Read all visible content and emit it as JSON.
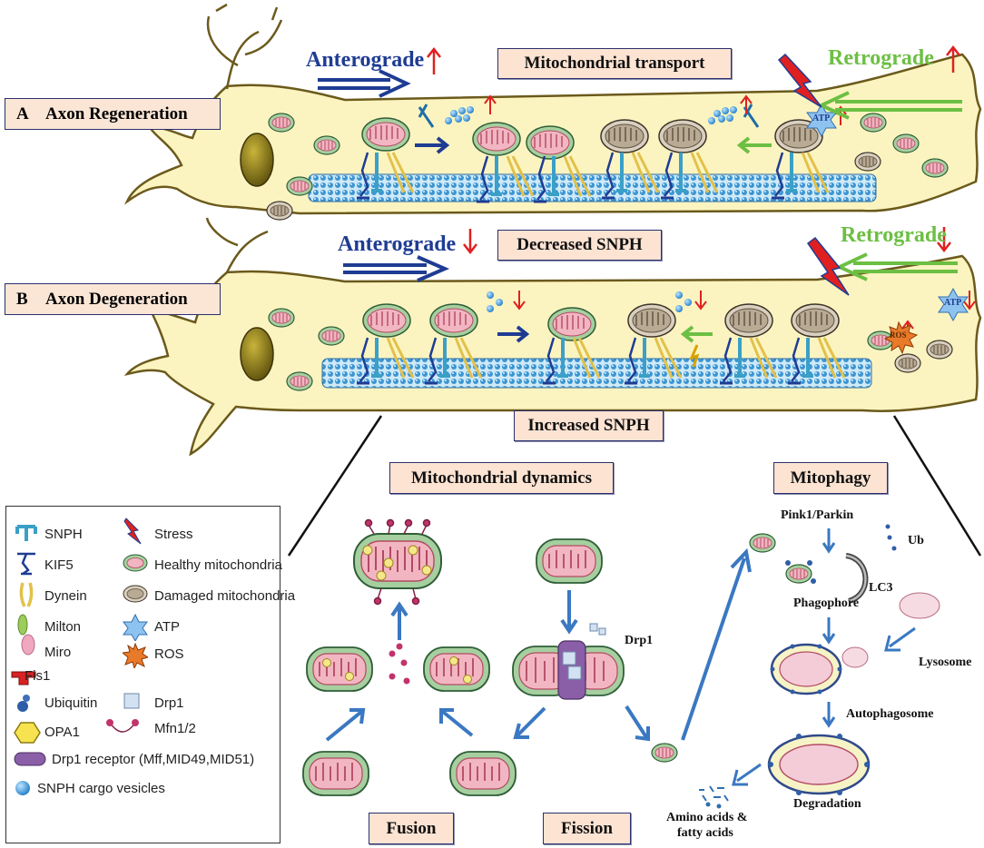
{
  "panels": {
    "a": {
      "letter": "A",
      "title": "Axon Regeneration"
    },
    "b": {
      "letter": "B",
      "title": "Axon Degeneration"
    }
  },
  "regeneration": {
    "anterograde": "Anterograde",
    "retrograde": "Retrograde",
    "transport_label": "Mitochondrial transport",
    "atp": "ATP"
  },
  "degeneration": {
    "anterograde": "Anterograde",
    "retrograde": "Retrograde",
    "snph_label": "Decreased SNPH",
    "increased_label": "Increased SNPH",
    "atp": "ATP",
    "ros": "ROS"
  },
  "dynamics": {
    "title": "Mitochondrial dynamics",
    "drp1": "Drp1",
    "fusion": "Fusion",
    "fission": "Fission"
  },
  "mitophagy": {
    "title": "Mitophagy",
    "pink1": "Pink1/Parkin",
    "ub": "Ub",
    "lc3": "LC3",
    "phagophore": "Phagophore",
    "lysosome": "Lysosome",
    "autophagosome": "Autophagosome",
    "degradation": "Degradation",
    "amino_line1": "Amino acids &",
    "amino_line2": "fatty acids"
  },
  "legend": {
    "snph": "SNPH",
    "kif5": "KIF5",
    "dynein": "Dynein",
    "milton": "Milton",
    "miro": "Miro",
    "fis1": "Fis1",
    "ubiquitin": "Ubiquitin",
    "opa1": "OPA1",
    "drp1_receptor": "Drp1 receptor (Mff,MID49,MID51)",
    "snph_vesicles": "SNPH cargo vesicles",
    "stress": "Stress",
    "healthy": "Healthy mitochondria",
    "damaged": "Damaged mitochondria",
    "atp": "ATP",
    "ros": "ROS",
    "drp1": "Drp1",
    "mfn": "Mfn1/2"
  },
  "colors": {
    "axon_fill": "#fcf4c0",
    "axon_stroke": "#6b5a1c",
    "healthy_mito": "#f2b6c2",
    "mito_membrane": "#a6cfa0",
    "damaged_mito": "#b8aa93",
    "anterograde": "#1f3c93",
    "retrograde": "#6cbf43",
    "increase_arrow": "#e02020",
    "panel_fill": "#fbe6d6",
    "microtubule": "#4a9fd6"
  }
}
